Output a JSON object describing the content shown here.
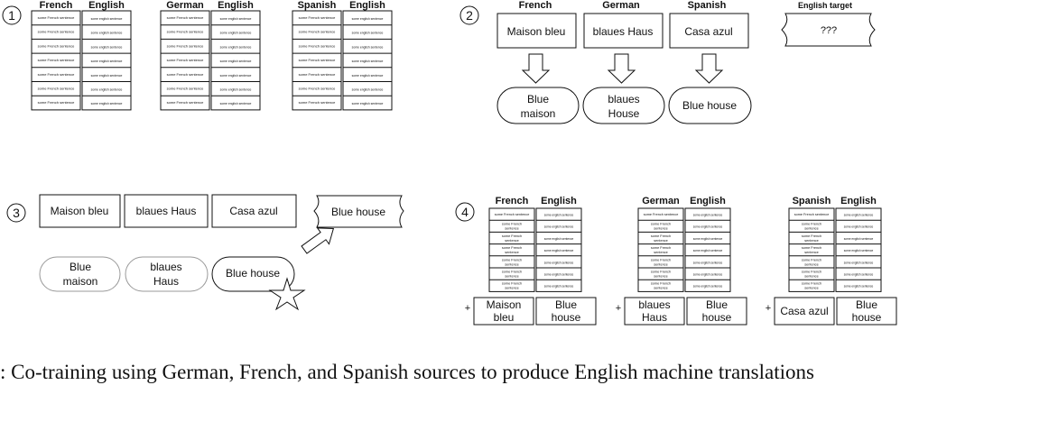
{
  "caption": ": Co-training using German, French, and Spanish sources to produce English machine translations",
  "step_labels": [
    "1",
    "2",
    "3",
    "4"
  ],
  "tiny_text": {
    "source": "some French sentence",
    "english": "some english sentence",
    "source_wrapped": [
      "some French",
      "sentence"
    ]
  },
  "panel1": {
    "tables": [
      {
        "src_header": "French",
        "tgt_header": "English"
      },
      {
        "src_header": "German",
        "tgt_header": "English"
      },
      {
        "src_header": "Spanish",
        "tgt_header": "English"
      }
    ]
  },
  "panel2": {
    "sources": [
      {
        "lang": "French",
        "text": "Maison bleu",
        "translation": [
          "Blue",
          "maison"
        ]
      },
      {
        "lang": "German",
        "text": "blaues Haus",
        "translation": [
          "blaues",
          "House"
        ]
      },
      {
        "lang": "Spanish",
        "text": "Casa azul",
        "translation": [
          "Blue house"
        ]
      }
    ],
    "target_header": "English target",
    "target_text": "???"
  },
  "panel3": {
    "sources": [
      "Maison bleu",
      "blaues Haus",
      "Casa azul"
    ],
    "translations": [
      [
        "Blue",
        "maison"
      ],
      [
        "blaues",
        "Haus"
      ],
      [
        "Blue house"
      ]
    ],
    "selected": "Blue house"
  },
  "panel4": {
    "tables": [
      {
        "src_header": "French",
        "tgt_header": "English",
        "new_src": [
          "Maison",
          "bleu"
        ],
        "new_tgt": [
          "Blue",
          "house"
        ]
      },
      {
        "src_header": "German",
        "tgt_header": "English",
        "new_src": [
          "blaues",
          "Haus"
        ],
        "new_tgt": [
          "Blue",
          "house"
        ]
      },
      {
        "src_header": "Spanish",
        "tgt_header": "English",
        "new_src": [
          "Casa azul"
        ],
        "new_tgt": [
          "Blue",
          "house"
        ]
      }
    ],
    "plus": "+"
  }
}
